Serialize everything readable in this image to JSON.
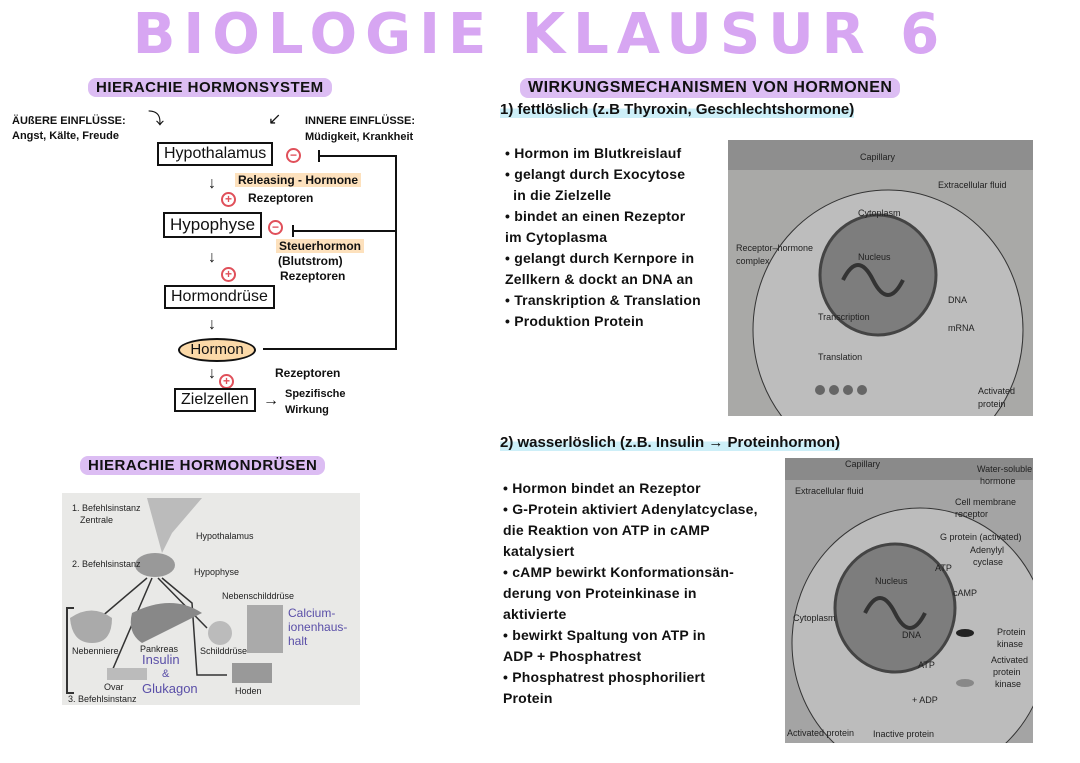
{
  "title": "BIOLOGIE KLAUSUR 6",
  "left": {
    "heading1": "HIERACHIE HORMONSYSTEM",
    "outer_title": "ÄUßERE EINFLÜSSE:",
    "outer_items": "Angst, Kälte, Freude",
    "inner_title": "INNERE EINFLÜSSE:",
    "inner_items": "Müdigkeit, Krankheit",
    "nodes": {
      "hypothalamus": "Hypothalamus",
      "hypophyse": "Hypophyse",
      "hormondruese": "Hormondrüse",
      "hormon": "Hormon",
      "zielzellen": "Zielzellen"
    },
    "labels": {
      "releasing": "Releasing - Hormone",
      "rezeptoren1": "Rezeptoren",
      "steuerhormon": "Steuerhormon",
      "blutstrom": "(Blutstrom)",
      "rezeptoren2": "Rezeptoren",
      "rezeptoren3": "Rezeptoren",
      "wirkung1": "Spezifische",
      "wirkung2": "Wirkung"
    },
    "signs": {
      "plus": "+",
      "minus": "−"
    },
    "heading2": "HIERACHIE HORMONDRÜSEN",
    "photo": {
      "labels": [
        "1. Befehlsinstanz",
        "Zentrale",
        "Hypothalamus",
        "2. Befehlsinstanz",
        "Hypophyse",
        "Nebenschilddrüse",
        "Nebenniere",
        "Pankreas",
        "Schilddrüse",
        "Ovar",
        "Hoden",
        "3. Befehlsinstanz"
      ],
      "notes": {
        "calcium": "Calcium-ionenhaus-halt",
        "insulin": "Insulin",
        "amp": "&",
        "glukagon": "Glukagon"
      }
    }
  },
  "right": {
    "heading": "WIRKUNGSMECHANISMEN VON HORMONEN",
    "section1": {
      "title": "1) fettlöslich (z.B Thyroxin, Geschlechtshormone)",
      "bullets": [
        "• Hormon im Blutkreislauf",
        "• gelangt durch Exocytose",
        "  in die Zielzelle",
        "• bindet an einen Rezeptor",
        "im Cytoplasma",
        "• gelangt durch Kernpore in",
        "Zellkern & dockt an DNA an",
        "• Transkription & Translation",
        "• Produktion Protein"
      ],
      "diagram_labels": {
        "capillary": "Capillary",
        "ecf": "Extracellular fluid",
        "cytoplasm": "Cytoplasm",
        "receptor": "Receptor–hormone",
        "complex": "complex",
        "nucleus": "Nucleus",
        "dna": "DNA",
        "transcription": "Transcription",
        "mrna": "mRNA",
        "translation": "Translation",
        "activated": "Activated",
        "protein": "protein"
      }
    },
    "section2": {
      "title": "2) wasserlöslich (z.B. Insulin → Proteinhormon)",
      "bullets": [
        "• Hormon bindet an Rezeptor",
        "• G-Protein aktiviert Adenylatcyclase,",
        "die Reaktion von ATP in cAMP",
        "katalysiert",
        "• cAMP bewirkt Konformationsän-",
        "derung von Proteinkinase in",
        "aktivierte",
        "• bewirkt Spaltung von ATP in",
        "ADP + Phosphatrest",
        "• Phosphatrest phosphoriliert",
        "Protein"
      ],
      "diagram_labels": {
        "capillary": "Capillary",
        "wsh": "Water-soluble",
        "hormone": "hormone",
        "ecf": "Extracellular fluid",
        "cmr": "Cell membrane",
        "receptor": "receptor",
        "gprot": "G protein (activated)",
        "adenylyl": "Adenylyl",
        "cyclase": "cyclase",
        "atp1": "ATP",
        "camp": "cAMP",
        "nucleus": "Nucleus",
        "cytoplasm": "Cytoplasm",
        "dna": "DNA",
        "pk1": "Protein",
        "pk2": "kinase",
        "apk1": "Activated",
        "apk2": "protein",
        "apk3": "kinase",
        "atp2": "ATP",
        "adp": "+ ADP",
        "actprot": "Activated protein",
        "inactprot": "Inactive protein"
      }
    }
  }
}
